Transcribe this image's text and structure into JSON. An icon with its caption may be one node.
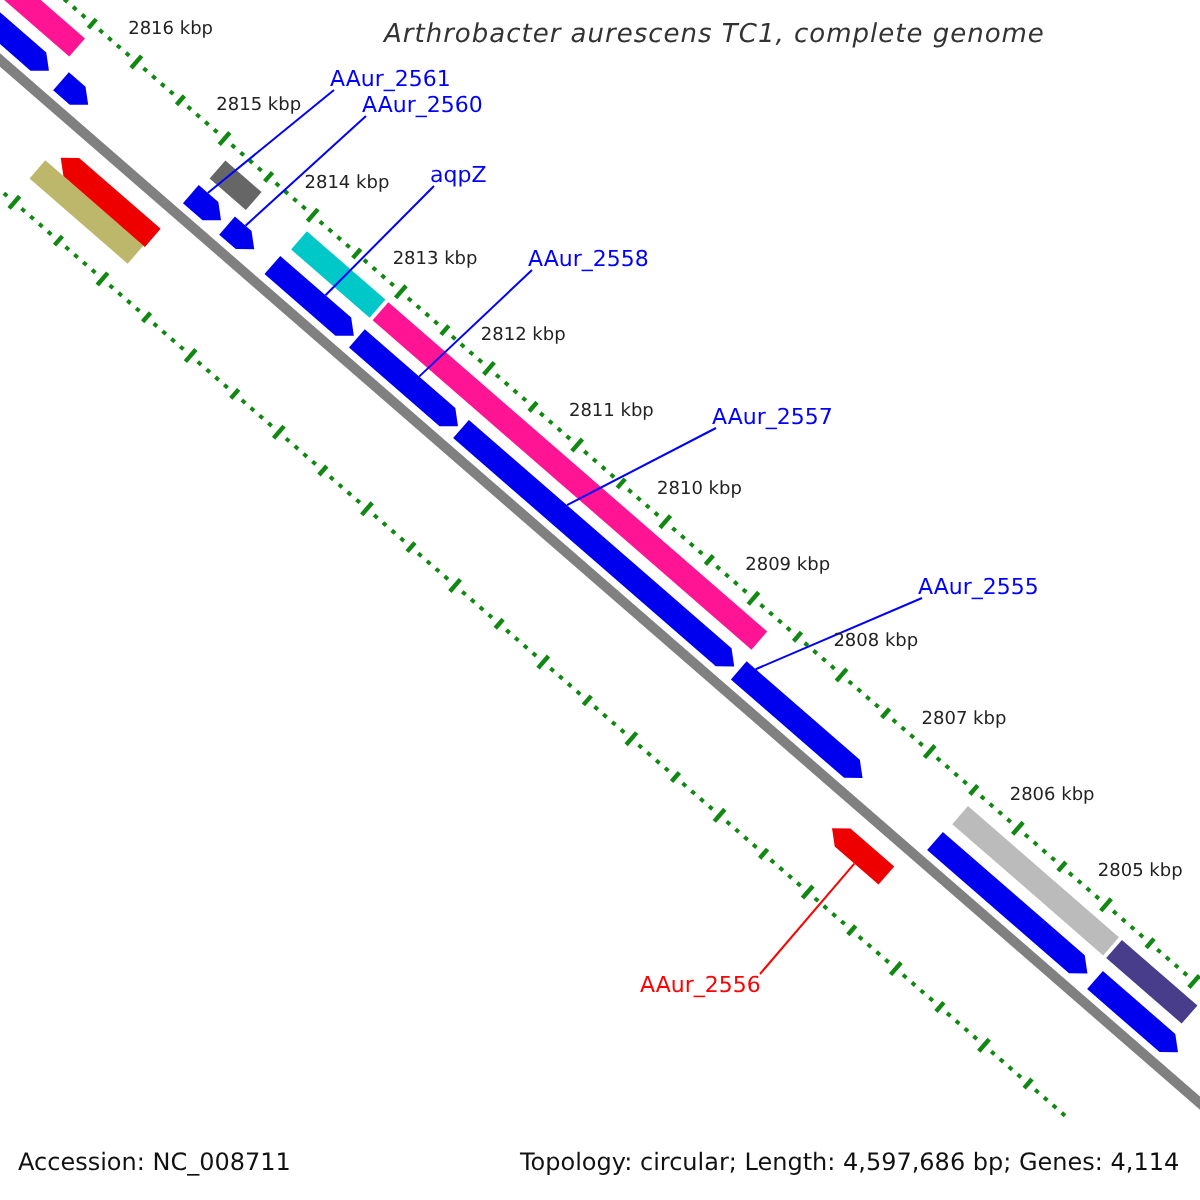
{
  "diagram": {
    "title": "Arthrobacter aurescens TC1, complete genome",
    "nodes": [
      {
        "text": [
          "AAur_2561"
        ]
      },
      {
        "text": [
          "AAur_2560"
        ]
      },
      {
        "text": [
          "aqpZ"
        ]
      },
      {
        "text": [
          "AAur_2558"
        ]
      },
      {
        "text": [
          "AAur_2557"
        ]
      },
      {
        "text": [
          "AAur_2555"
        ]
      },
      {
        "text": [
          "AAur_2556"
        ]
      },
      {
        "text": [],
        "shape": "bar"
      },
      {
        "text": [],
        "shape": "arrow"
      },
      {
        "text": [],
        "shape": "arrow"
      },
      {
        "text": [],
        "shape": "bar"
      },
      {
        "text": [],
        "shape": "arrow"
      },
      {
        "text": [],
        "shape": "arrow"
      },
      {
        "text": [],
        "shape": "bar"
      },
      {
        "text": [],
        "shape": "arrow"
      },
      {
        "text": [],
        "shape": "arrow"
      },
      {
        "text": [],
        "shape": "bar"
      },
      {
        "text": [],
        "shape": "arrow"
      },
      {
        "text": [],
        "shape": "bar"
      },
      {
        "text": [],
        "shape": "arrow"
      },
      {
        "text": [],
        "shape": "arrow"
      },
      {
        "text": [],
        "shape": "arrow"
      },
      {
        "text": [],
        "shape": "arrow"
      },
      {
        "text": [],
        "shape": "bar"
      },
      {
        "text": [],
        "shape": "bar"
      },
      {
        "text": [],
        "shape": "arrow"
      }
    ],
    "edges": [
      {
        "from": 0,
        "to": 12,
        "arrow": "none"
      },
      {
        "from": 1,
        "to": 14,
        "arrow": "none"
      },
      {
        "from": 2,
        "to": 15,
        "arrow": "none"
      },
      {
        "from": 3,
        "to": 17,
        "arrow": "none"
      },
      {
        "from": 4,
        "to": 19,
        "arrow": "none"
      },
      {
        "from": 5,
        "to": 20,
        "arrow": "none"
      },
      {
        "from": 6,
        "to": 21,
        "arrow": "none",
        "color": "#ff0000"
      }
    ],
    "labels": [
      "2816 kbp",
      "2815 kbp",
      "2814 kbp",
      "2813 kbp",
      "2812 kbp",
      "2811 kbp",
      "2810 kbp",
      "2809 kbp",
      "2808 kbp",
      "2807 kbp",
      "2806 kbp",
      "2805 kbp",
      "Accession: NC_008711",
      "Topology: circular; Length: 4,597,686 bp; Genes: 4,114"
    ]
  }
}
